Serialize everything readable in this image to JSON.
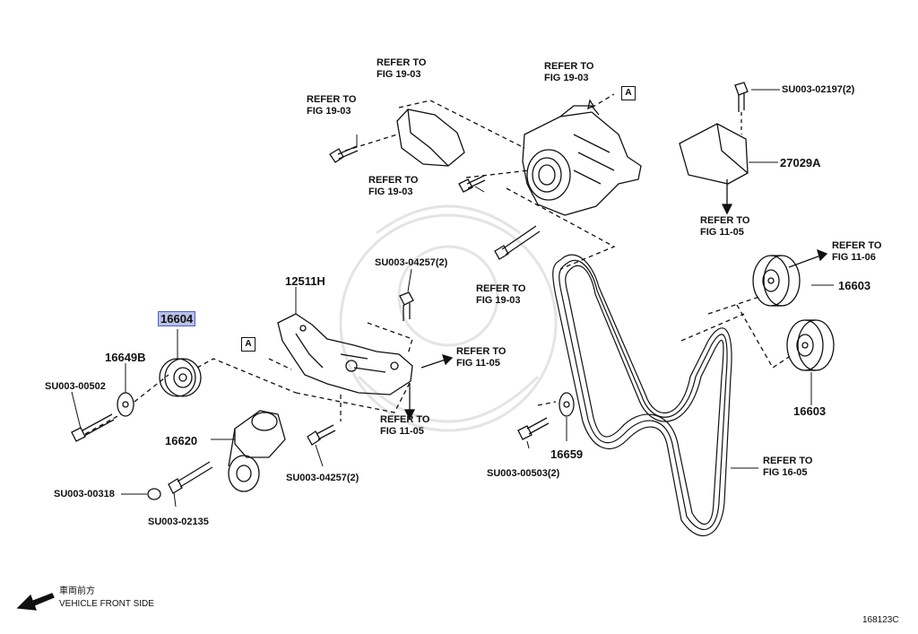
{
  "ref_fig_19_03": "REFER TO\nFIG 19-03",
  "ref_fig_11_05": "REFER TO\nFIG 11-05",
  "ref_fig_11_06": "REFER TO\nFIG 11-06",
  "ref_fig_16_05": "REFER TO\nFIG 16-05",
  "parts": {
    "p16604": "16604",
    "p16649b": "16649B",
    "p16620": "16620",
    "p12511h": "12511H",
    "p16603a": "16603",
    "p16603b": "16603",
    "p16659": "16659",
    "p27029a": "27029A",
    "su00502": "SU003-00502",
    "su00318": "SU003-00318",
    "su02135": "SU003-02135",
    "su04257_top": "SU003-04257(2)",
    "su04257_bottom": "SU003-04257(2)",
    "su00503": "SU003-00503(2)",
    "su02197": "SU003-02197(2)"
  },
  "marker_a": "A",
  "front": {
    "jp": "車両前方",
    "en": "VEHICLE FRONT SIDE"
  },
  "figure_id": "168123C",
  "colors": {
    "highlight": "#b9bfe6",
    "line": "#111111"
  }
}
